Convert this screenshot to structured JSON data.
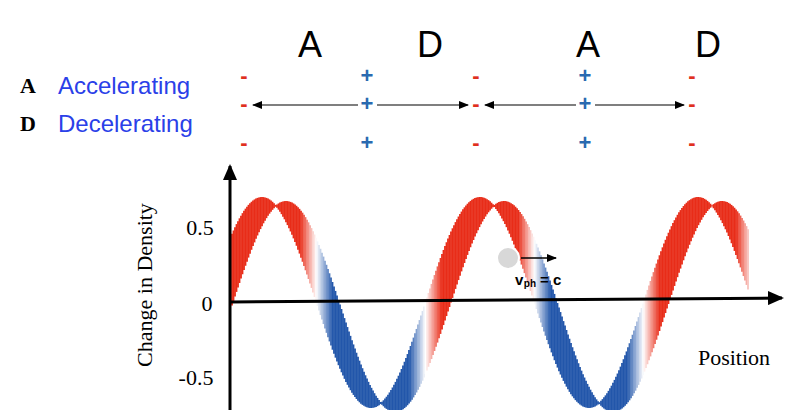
{
  "diagram": {
    "labels": [
      "A",
      "D",
      "A",
      "D",
      "A",
      "Accelerating",
      "D",
      "Decelerating",
      "-",
      "+",
      "-",
      "+",
      "-",
      "-",
      "+",
      "-",
      "+",
      "-",
      "-",
      "+",
      "-",
      "+",
      "-",
      "0.5",
      "0",
      "-0.5",
      "Change in Density",
      "v",
      "ph",
      "= c",
      "Position"
    ]
  }
}
